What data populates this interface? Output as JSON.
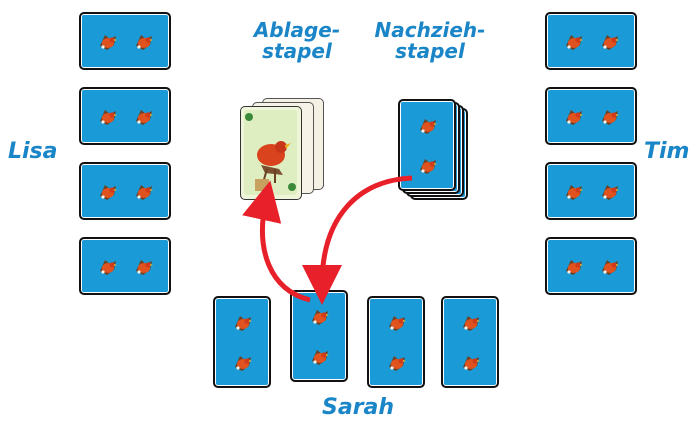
{
  "players": {
    "left": "Lisa",
    "right": "Tim",
    "bottom": "Sarah"
  },
  "piles": {
    "discard_line1": "Ablage-",
    "discard_line2": "stapel",
    "draw_line1": "Nachzieh-",
    "draw_line2": "stapel"
  },
  "colors": {
    "card_back": "#1a9ad6",
    "label": "#1a86c8",
    "arrow": "#e8202a"
  }
}
